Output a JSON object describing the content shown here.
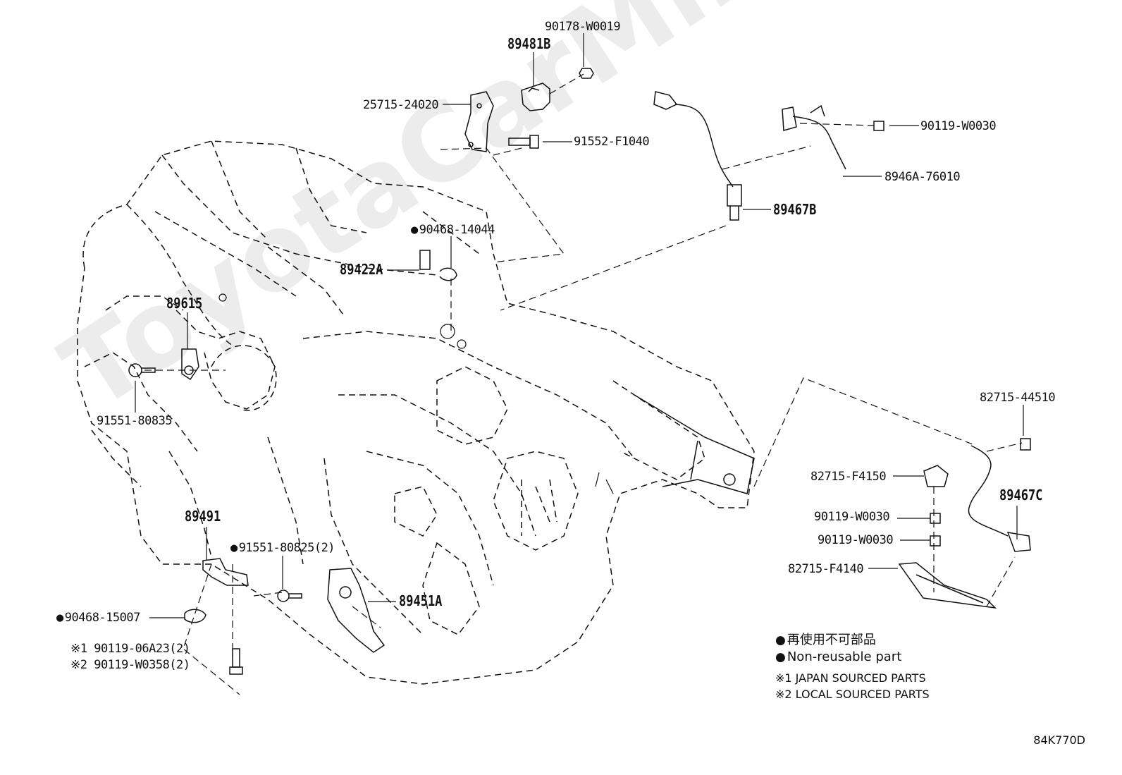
{
  "parts": {
    "p90178": "90178-W0019",
    "p89481B": "89481B",
    "p25715": "25715-24020",
    "p91552": "91552-F1040",
    "p90119_top": "90119-W0030",
    "p8946A": "8946A-76010",
    "p89467B": "89467B",
    "p90468_14044": "90468-14044",
    "p89422A": "89422A",
    "p89615": "89615",
    "p91551_80835": "91551-80835",
    "p82715_44510": "82715-44510",
    "p82715_F4150": "82715-F4150",
    "p89467C": "89467C",
    "p90119_a": "90119-W0030",
    "p90119_b": "90119-W0030",
    "p82715_F4140": "82715-F4140",
    "p89491": "89491",
    "p91551_80825": "91551-80825(2)",
    "p89451A": "89451A",
    "p90468_15007": "90468-15007",
    "p90119_06A23": "※1 90119-06A23(2)",
    "p90119_W0358": "※2 90119-W0358(2)"
  },
  "legend": {
    "jp": "再使用不可部品",
    "en": "Non-reusable part",
    "note1": "※1 JAPAN SOURCED PARTS",
    "note2": "※2 LOCAL SOURCED PARTS"
  },
  "watermark": "ToyotaCarMiner.ru",
  "drawing_code": "84K770D"
}
